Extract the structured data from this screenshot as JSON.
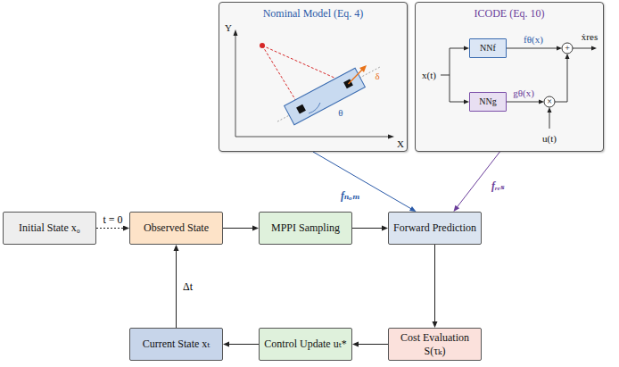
{
  "diagram": {
    "nodes": [
      {
        "text": [
          "Nominal Model (Eq. 4)"
        ]
      },
      {
        "text": [
          "ICODE (Eq. 10)"
        ]
      },
      {
        "text": [
          "NNf"
        ],
        "in": 1
      },
      {
        "text": [
          "NNg"
        ],
        "in": 1
      },
      {
        "text": [
          "Initial State x₀"
        ]
      },
      {
        "text": [
          "Observed State"
        ]
      },
      {
        "text": [
          "MPPI Sampling"
        ]
      },
      {
        "text": [
          "Forward Prediction"
        ]
      },
      {
        "text": [
          "Current State xₜ"
        ]
      },
      {
        "text": [
          "Control Update uₜ*"
        ]
      },
      {
        "text": [
          "Cost Evaluation S(τₖ)"
        ]
      }
    ],
    "edges": [
      {
        "from": 4,
        "to": 5,
        "arrow": "to",
        "label": "t = 0"
      },
      {
        "from": 5,
        "to": 6,
        "arrow": "to"
      },
      {
        "from": 6,
        "to": 7,
        "arrow": "to"
      },
      {
        "from": 0,
        "to": 7,
        "arrow": "to",
        "label": "fₙₒₘ"
      },
      {
        "from": 1,
        "to": 7,
        "arrow": "to",
        "label": "fᵣₑₛ"
      },
      {
        "from": 7,
        "to": 10,
        "arrow": "to"
      },
      {
        "from": 10,
        "to": 9,
        "arrow": "to"
      },
      {
        "from": 9,
        "to": 8,
        "arrow": "to"
      },
      {
        "from": 8,
        "to": 5,
        "arrow": "to",
        "label": "Δt"
      }
    ],
    "labels": [
      "Y",
      "X",
      "θ",
      "δ",
      "x(t)",
      "fθ(x)",
      "gθ(x)",
      "+",
      "×",
      "ẋres",
      "u(t)"
    ]
  }
}
